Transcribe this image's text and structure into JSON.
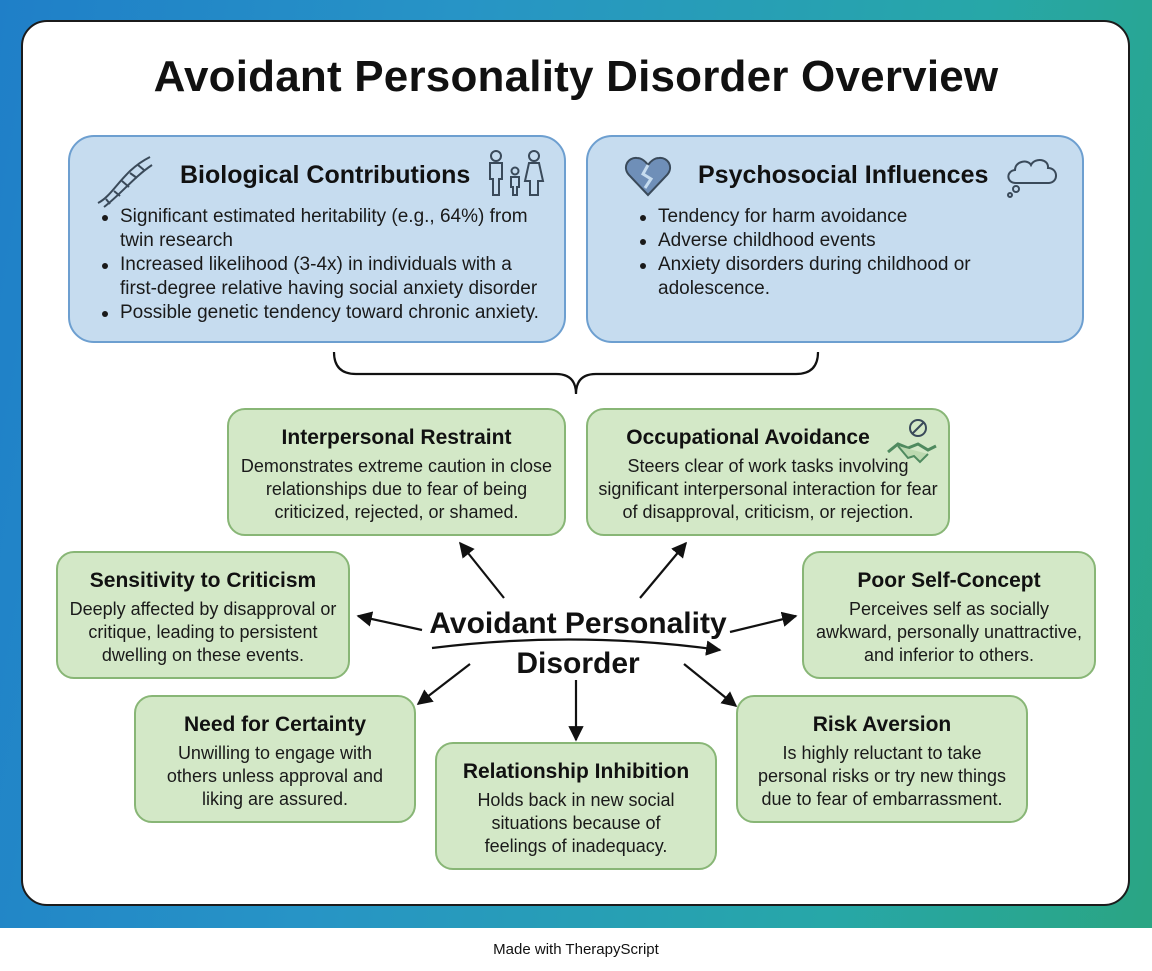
{
  "title": "Avoidant Personality Disorder Overview",
  "biological": {
    "heading": "Biological Contributions",
    "bullets": [
      "Significant estimated heritability (e.g., 64%) from twin research",
      "Increased likelihood (3-4x) in individuals with a first-degree relative having social anxiety disorder",
      "Possible genetic tendency toward chronic anxiety."
    ],
    "icons": [
      "dna-icon",
      "family-icon"
    ]
  },
  "psychosocial": {
    "heading": "Psychosocial Influences",
    "bullets": [
      "Tendency for harm avoidance",
      "Adverse childhood events",
      "Anxiety disorders during childhood or adolescence."
    ],
    "icons": [
      "broken-heart-icon",
      "thought-cloud-icon"
    ]
  },
  "center": {
    "line1": "Avoidant Personality",
    "line2": "Disorder"
  },
  "traits": {
    "interpersonal_restraint": {
      "heading": "Interpersonal Restraint",
      "text": "Demonstrates extreme caution in close relationships due to fear of being criticized, rejected, or shamed."
    },
    "occupational_avoidance": {
      "heading": "Occupational Avoidance",
      "text": "Steers clear of work tasks involving significant interpersonal interaction for fear of disapproval, criticism, or rejection."
    },
    "sensitivity_to_criticism": {
      "heading": "Sensitivity to Criticism",
      "text": "Deeply affected by disapproval or critique, leading to persistent dwelling on these events."
    },
    "poor_self_concept": {
      "heading": "Poor Self-Concept",
      "text": "Perceives self as socially awkward, personally unattractive, and inferior to others."
    },
    "need_for_certainty": {
      "heading": "Need for Certainty",
      "text": "Unwilling to engage with others unless approval and liking are assured."
    },
    "relationship_inhibition": {
      "heading": "Relationship Inhibition",
      "text": "Holds back in new social situations because of feelings of inadequacy."
    },
    "risk_aversion": {
      "heading": "Risk Aversion",
      "text": "Is highly reluctant to take personal risks or try new things due to fear of embarrassment."
    }
  },
  "colors": {
    "top_box_fill": "#c6dcef",
    "top_box_border": "#6d9fd0",
    "trait_fill": "#d3e8c7",
    "trait_border": "#88b676",
    "gradient_start": "#1f7fc8",
    "gradient_end": "#2aa583"
  },
  "footer": "Made with TherapyScript"
}
